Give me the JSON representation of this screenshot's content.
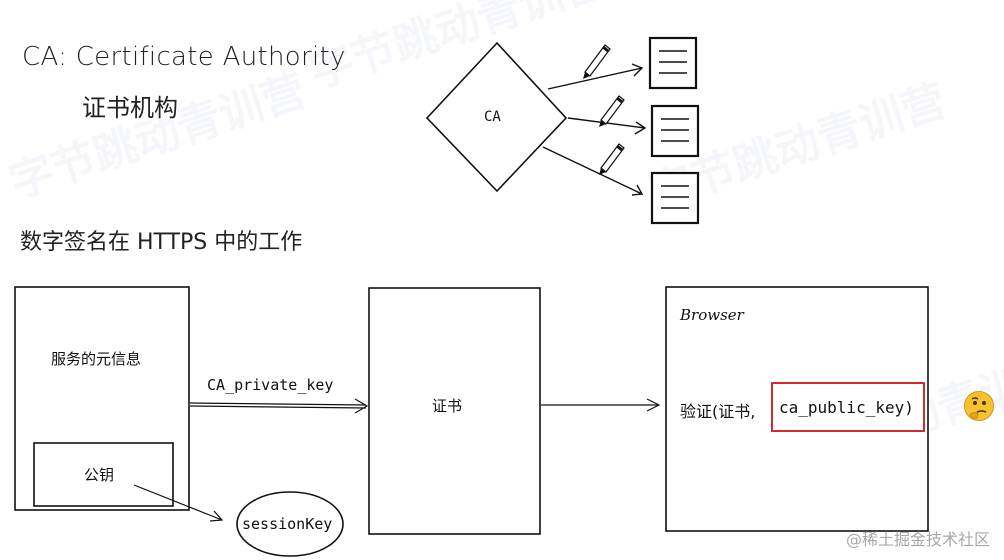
{
  "title": {
    "en": "CA: Certificate Authority",
    "cn": "证书机构"
  },
  "ca_diagram": {
    "node_label": "CA"
  },
  "section_title": "数字签名在 HTTPS 中的工作",
  "server_box": {
    "label": "服务的元信息",
    "inner_label": "公钥"
  },
  "edge_label": "CA_private_key",
  "cert_box": {
    "label": "证书"
  },
  "session_key": "sessionKey",
  "browser_box": {
    "title": "Browser",
    "verify_prefix": "验证(证书,",
    "verify_key": "ca_public_key)"
  },
  "watermark": {
    "text": "字节跳动青训营",
    "brand": "@稀土掘金技术社区"
  },
  "colors": {
    "highlight": "#d62b2b",
    "watermark": "#8a92d6",
    "emoji": "#f6c232"
  },
  "icons": [
    "pencil-icon",
    "document-icon",
    "thinking-face-icon"
  ]
}
